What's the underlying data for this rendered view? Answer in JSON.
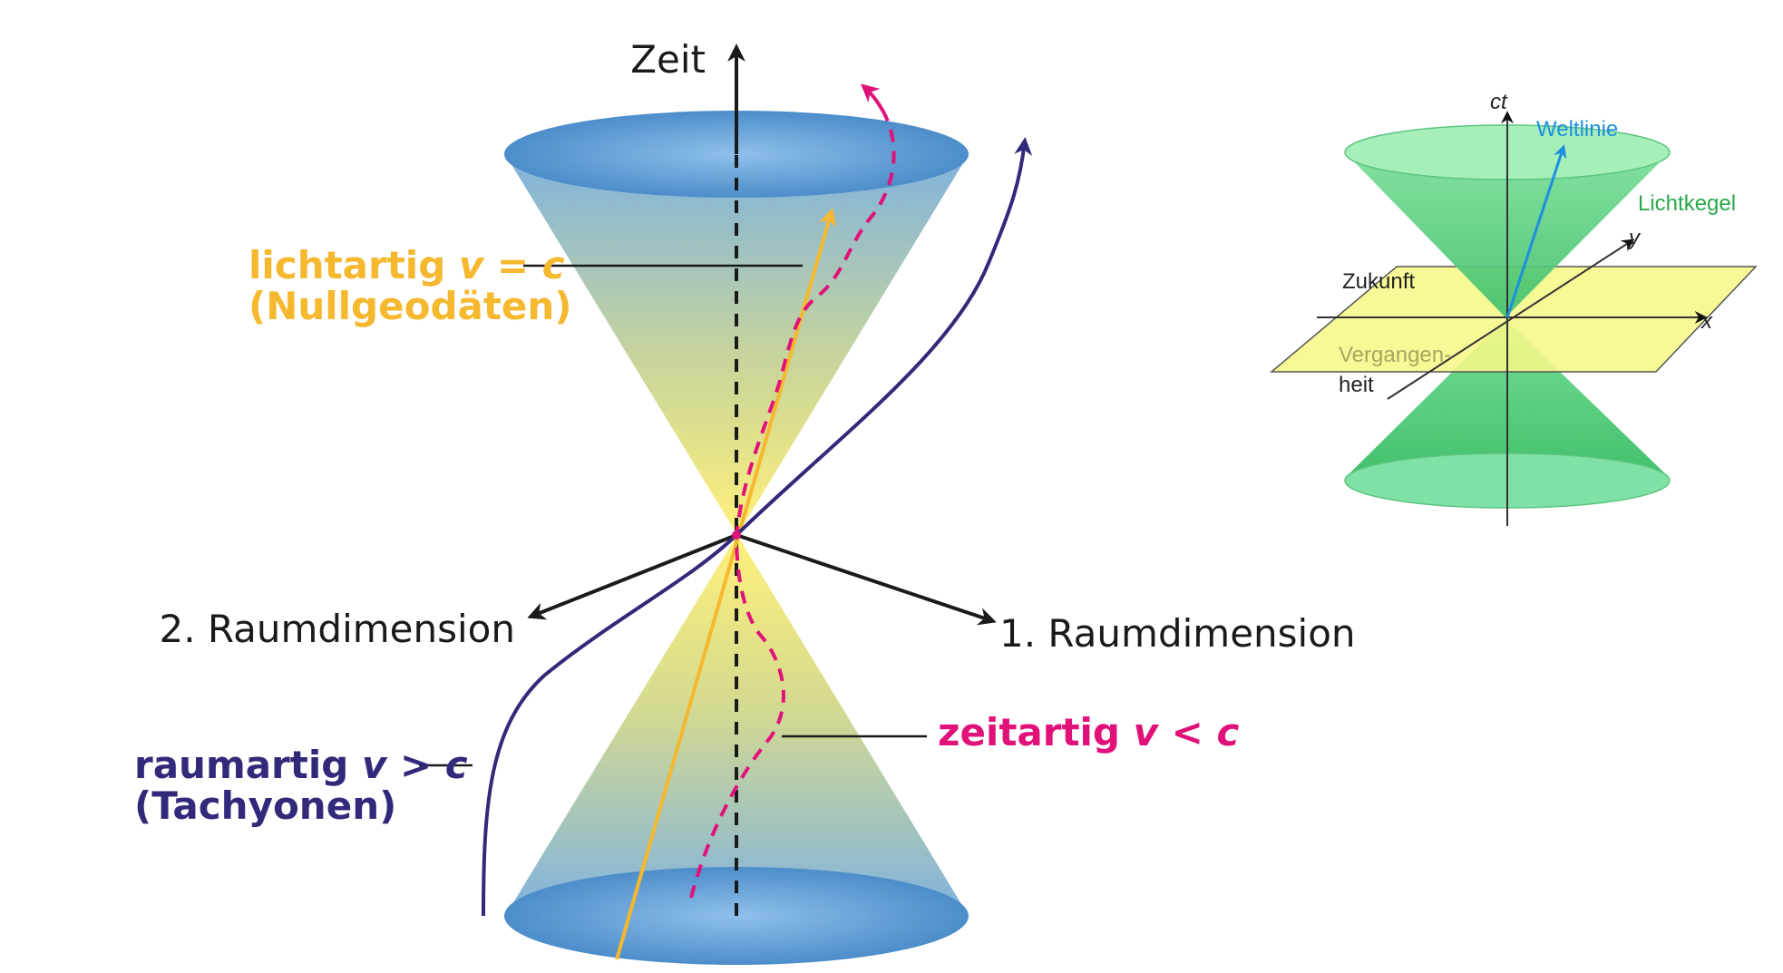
{
  "main_diagram": {
    "time_axis_label": "Zeit",
    "space_axis_1_label": "1. Raumdimension",
    "space_axis_2_label": "2. Raumdimension",
    "lightlike": {
      "label_prefix": "lichtartig ",
      "var": "v",
      "relation": " = ",
      "const": "c",
      "sublabel": "(Nullgeodäten)",
      "color": "#f5b82e"
    },
    "timelike": {
      "label_prefix": "zeitartig ",
      "var": "v",
      "relation": " < ",
      "const": "c",
      "color": "#e0127a"
    },
    "spacelike": {
      "label_prefix": "raumartig ",
      "var": "v",
      "relation": " > ",
      "const": "c",
      "sublabel": "(Tachyonen)",
      "color": "#33297a"
    }
  },
  "inset_diagram": {
    "ct_label": "ct",
    "x_label": "x",
    "y_label": "y",
    "worldline_label": "Weltlinie",
    "lightcone_label": "Lichtkegel",
    "future_label": "Zukunft",
    "past_label_line1": "Vergangen-",
    "past_label_line2": "heit",
    "worldline_color": "#1e8fe0",
    "lightcone_color": "#2aa84a"
  }
}
